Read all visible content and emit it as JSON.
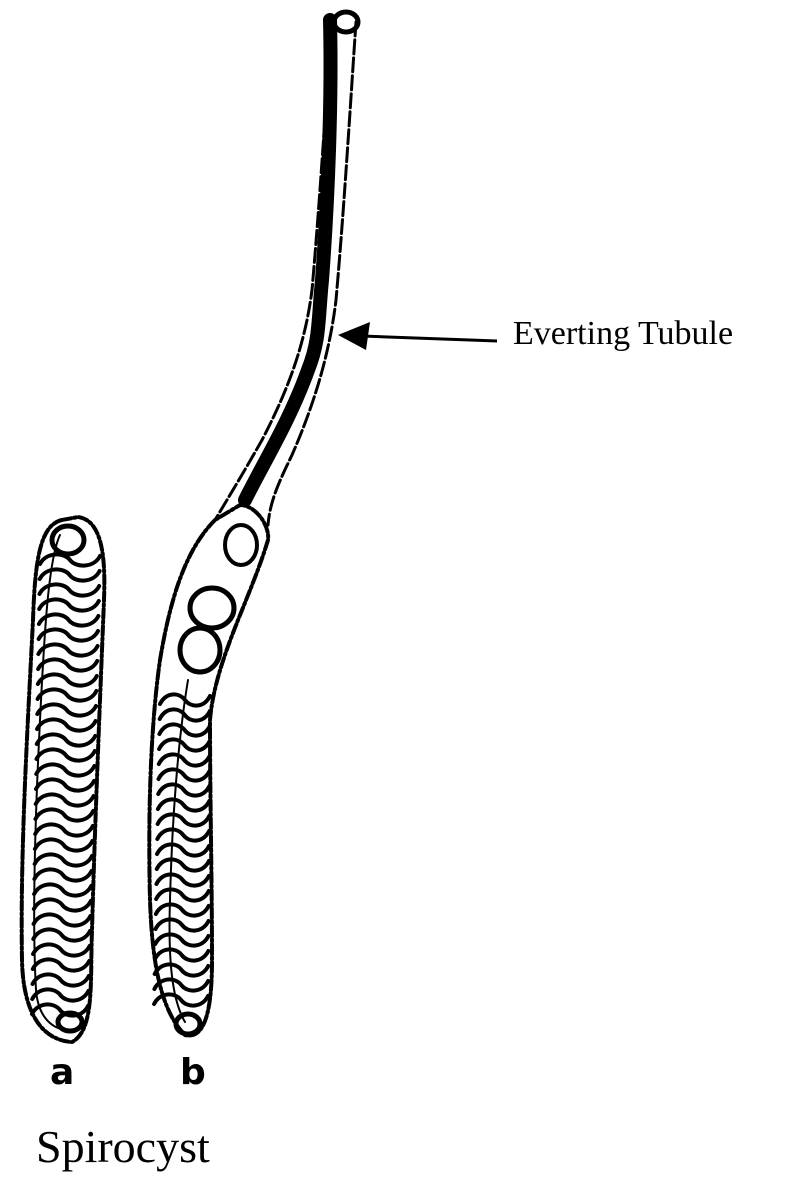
{
  "diagram": {
    "title": "Spirocyst",
    "annotation": "Everting Tubule",
    "panels": [
      {
        "id": "a",
        "caption": "a",
        "state": "undischarged"
      },
      {
        "id": "b",
        "caption": "b",
        "state": "discharging"
      }
    ],
    "colors": {
      "ink": "#000000",
      "background": "#ffffff"
    }
  }
}
